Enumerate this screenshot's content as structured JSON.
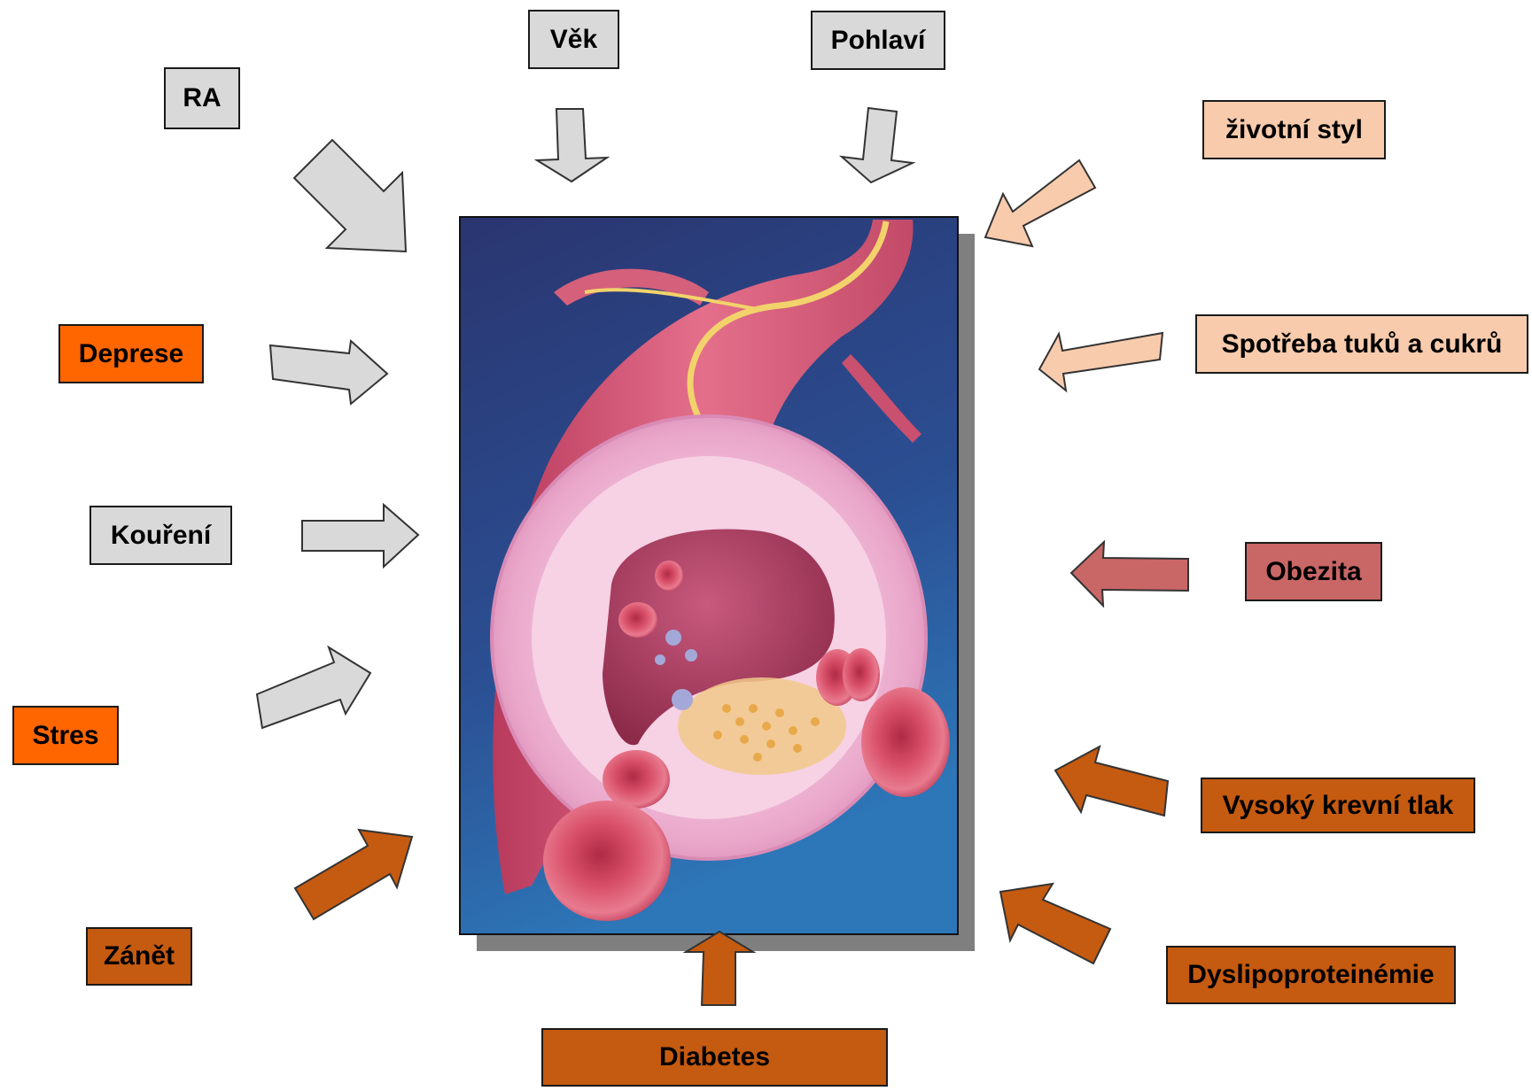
{
  "factors": {
    "ra": "RA",
    "vek": "Věk",
    "pohlavi": "Pohlaví",
    "zivotni_styl": "životní styl",
    "deprese": "Deprese",
    "spotreba": "Spotřeba tuků a cukrů",
    "koureni": "Kouření",
    "obezita": "Obezita",
    "stres": "Stres",
    "vysoky_tlak": "Vysoký krevní tlak",
    "zanet": "Zánět",
    "dyslipo": "Dyslipoproteinémie",
    "diabetes": "Diabetes"
  },
  "illustration": "artery-cross-section-illustration",
  "colors": {
    "gray": "#d9d9d9",
    "peach": "#f8cbad",
    "orange": "#ff6600",
    "rose": "#c96666",
    "brown": "#c55a11"
  }
}
